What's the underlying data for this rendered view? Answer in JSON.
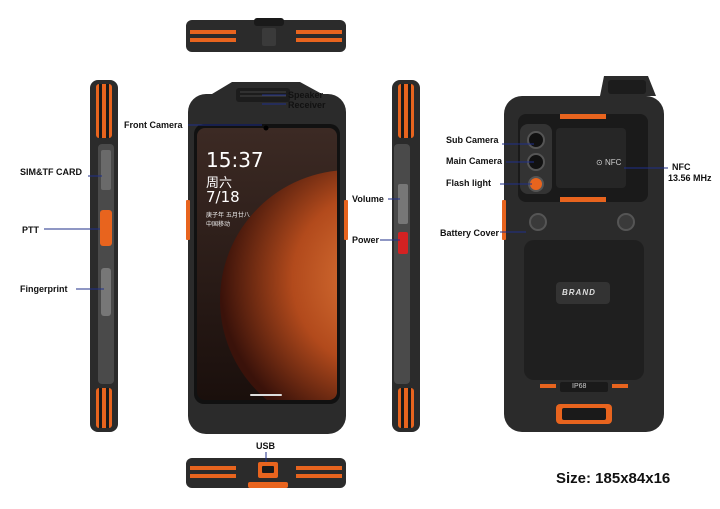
{
  "labels": {
    "speaker": "Speaker",
    "receiver": "Receiver",
    "front_camera": "Front Camera",
    "sim_tf": "SIM&TF CARD",
    "ptt": "PTT",
    "fingerprint": "Fingerprint",
    "volume": "Volume",
    "power": "Power",
    "usb": "USB",
    "sub_camera": "Sub Camera",
    "main_camera": "Main Camera",
    "flash_light": "Flash light",
    "battery_cover": "Battery Cover",
    "nfc": "NFC",
    "nfc_freq": "13.56 MHz",
    "size": "Size: 185x84x16"
  },
  "screen": {
    "time": "15:37",
    "day": "周六",
    "date": "7/18",
    "lunar": "庚子年 五月廿八",
    "carrier": "中国移动"
  },
  "device": {
    "brand": "BRAND",
    "ip_rating": "IP68",
    "nfc_mark": "NFC"
  },
  "colors": {
    "accent": "#e8641e",
    "body": "#2b2b2b",
    "power_button": "#d42222",
    "leader_line": "#1f2f8a"
  }
}
